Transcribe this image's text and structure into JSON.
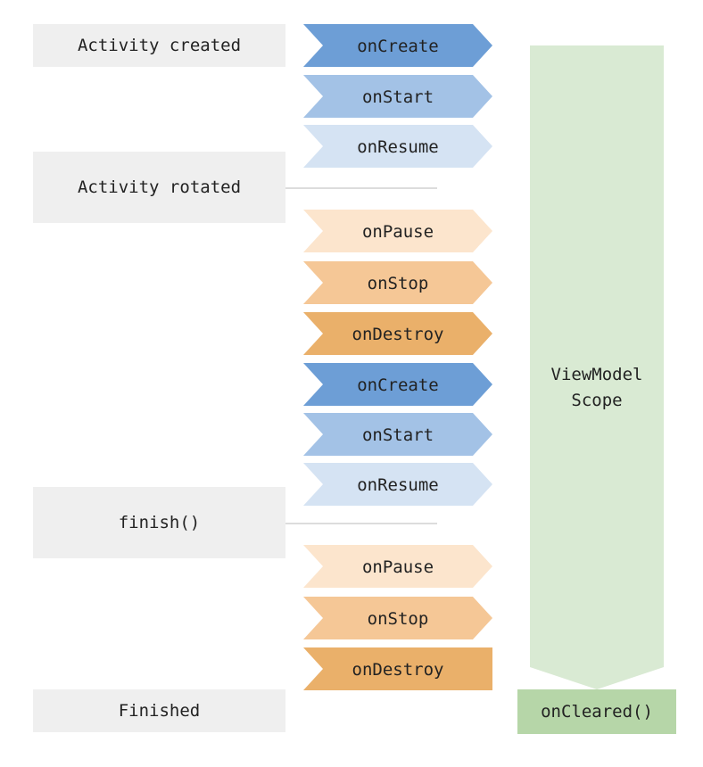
{
  "events": [
    {
      "label": "Activity created"
    },
    {
      "label": "Activity rotated"
    },
    {
      "label": "finish()"
    },
    {
      "label": "Finished"
    }
  ],
  "lifecycle": [
    {
      "label": "onCreate",
      "color": "#6d9ed6"
    },
    {
      "label": "onStart",
      "color": "#a3c2e6"
    },
    {
      "label": "onResume",
      "color": "#d5e3f3"
    },
    {
      "label": "onPause",
      "color": "#fce5cd"
    },
    {
      "label": "onStop",
      "color": "#f5c796"
    },
    {
      "label": "onDestroy",
      "color": "#eab06a"
    },
    {
      "label": "onCreate",
      "color": "#6d9ed6"
    },
    {
      "label": "onStart",
      "color": "#a3c2e6"
    },
    {
      "label": "onResume",
      "color": "#d5e3f3"
    },
    {
      "label": "onPause",
      "color": "#fce5cd"
    },
    {
      "label": "onStop",
      "color": "#f5c796"
    },
    {
      "label": "onDestroy",
      "color": "#eab06a"
    }
  ],
  "scope": {
    "line1": "ViewModel",
    "line2": "Scope",
    "color": "#d9ead3"
  },
  "on_cleared": {
    "label": "onCleared()",
    "color": "#b6d6a8"
  },
  "colors": {
    "event_box": "#efefef",
    "connector": "#d0d0d0"
  }
}
